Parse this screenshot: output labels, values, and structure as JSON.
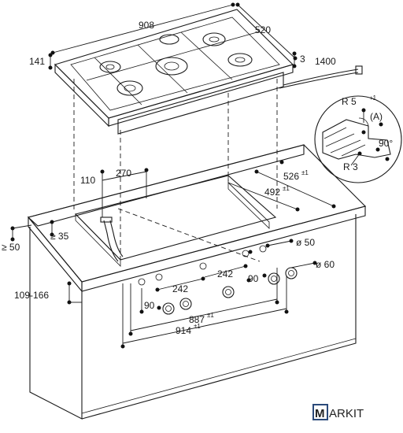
{
  "dimensions": {
    "width_908": "908",
    "depth_520": "520",
    "height_141": "141",
    "rim_3": "3",
    "cable_1400": "1400",
    "cutout_526": "526",
    "tol_526": "±1",
    "cutout_492": "492",
    "tol_492": "±1",
    "setback_110": "110",
    "setback_270": "270",
    "edge_35": "≥ 35",
    "edge_50": "≥ 50",
    "hole_50": "ø 50",
    "hole_60": "ø 60",
    "spacing_242_left": "242",
    "spacing_242_right": "242",
    "angle_90_left": "90",
    "angle_90_right": "90",
    "knob_span_887": "887",
    "tol_887": "±1",
    "knob_span_914": "914",
    "tol_914": "±1",
    "height_range": "109-166"
  },
  "detail": {
    "radius_top": "R 5",
    "radius_top_tol": "+1",
    "marker": "(A)",
    "angle": "90°",
    "radius_bottom": "R 3"
  },
  "brand": {
    "letter": "M",
    "rest": "ARKIT"
  },
  "colors": {
    "line": "#1a1a1a",
    "background": "#ffffff",
    "logo_frame": "#2b4a7a"
  }
}
